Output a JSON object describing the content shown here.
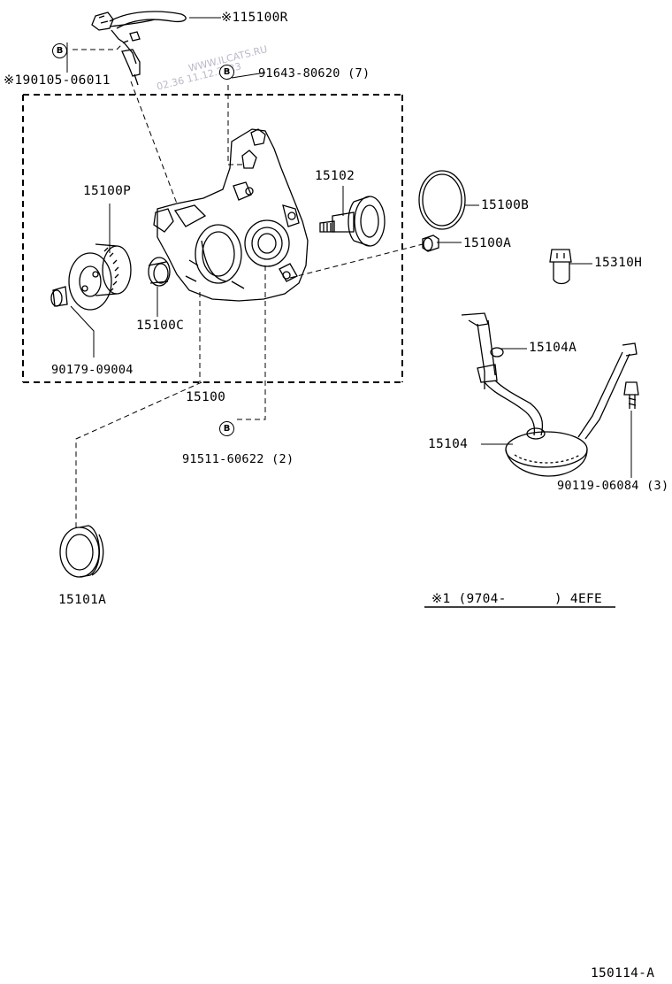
{
  "watermark": {
    "line1": "WWW.ILCATS.RU",
    "line2": "02.36 11.12.2023"
  },
  "callouts": {
    "b_symbol": "B",
    "part_115100R": "※115100R",
    "part_190105_06011": "※190105-06011",
    "part_91643_80620": "91643-80620 (7)",
    "part_15102": "15102",
    "part_15100B": "15100B",
    "part_15100P": "15100P",
    "part_15100A": "15100A",
    "part_15310H": "15310H",
    "part_15100C": "15100C",
    "part_15104A": "15104A",
    "part_90179_09004": "90179-09004",
    "part_15100": "15100",
    "part_15104": "15104",
    "part_91511_60622": "91511-60622 (2)",
    "part_90119_06084": "90119-06084 (3)",
    "part_15101A": "15101A"
  },
  "footnote": {
    "text": "※1 (9704-      ) 4EFE"
  },
  "figure_id": "150114-A"
}
